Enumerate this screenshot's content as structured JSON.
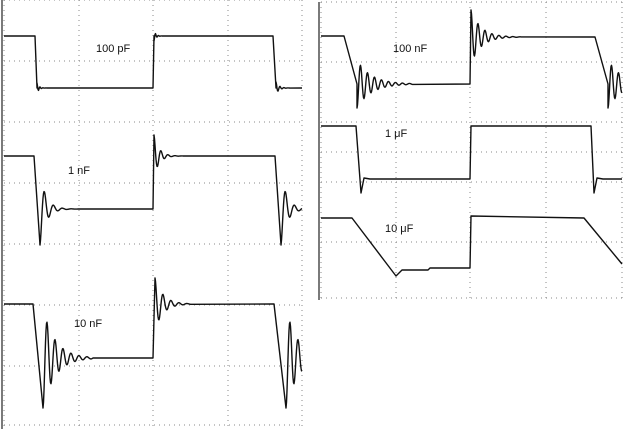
{
  "chart_data": [
    {
      "type": "line",
      "panel": "left",
      "series": [
        {
          "label": "100 pF",
          "ringing": "minimal"
        },
        {
          "label": "1 nF",
          "ringing": "moderate"
        },
        {
          "label": "10 nF",
          "ringing": "strong"
        }
      ],
      "grid": true,
      "title": "",
      "xlabel": "",
      "ylabel": ""
    },
    {
      "type": "line",
      "panel": "right",
      "series": [
        {
          "label": "100 nF",
          "ringing": "strong, slow edges"
        },
        {
          "label": "1 μF",
          "ringing": "slight"
        },
        {
          "label": "10 μF",
          "ringing": "none, slow ramp"
        }
      ],
      "grid": true,
      "title": "",
      "xlabel": "",
      "ylabel": ""
    }
  ],
  "colors": {
    "trace": "#111111",
    "grid": "#8a8a8a",
    "background": "#ffffff"
  }
}
